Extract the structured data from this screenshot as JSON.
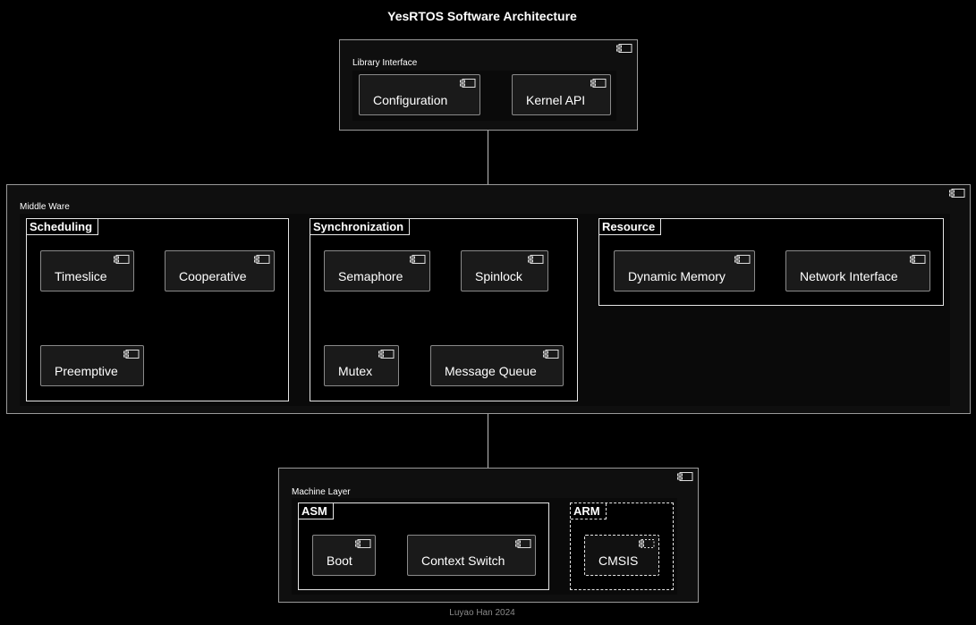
{
  "title": "YesRTOS Software Architecture",
  "footer": "Luyao Han 2024",
  "library": {
    "label": "Library Interface",
    "nodes": [
      "Configuration",
      "Kernel API"
    ]
  },
  "middleware": {
    "label": "Middle Ware",
    "scheduling": {
      "label": "Scheduling",
      "nodes": [
        "Timeslice",
        "Cooperative",
        "Preemptive"
      ]
    },
    "synchronization": {
      "label": "Synchronization",
      "nodes": [
        "Semaphore",
        "Spinlock",
        "Mutex",
        "Message Queue"
      ]
    },
    "resource": {
      "label": "Resource",
      "nodes": [
        "Dynamic Memory",
        "Network Interface"
      ]
    }
  },
  "machine": {
    "label": "Machine Layer",
    "asm": {
      "label": "ASM",
      "nodes": [
        "Boot",
        "Context Switch"
      ]
    },
    "arm": {
      "label": "ARM",
      "nodes": [
        "CMSIS"
      ]
    }
  },
  "icon": "component-icon"
}
